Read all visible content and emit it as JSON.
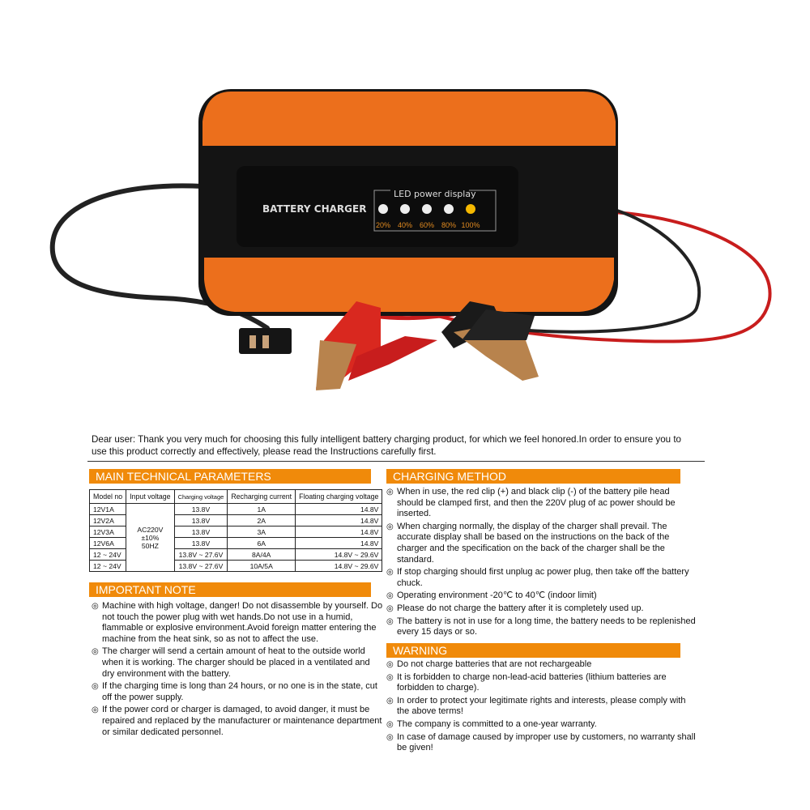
{
  "product": {
    "label": "BATTERY CHARGER",
    "led_title": "LED power display",
    "leds": [
      "20%",
      "40%",
      "60%",
      "80%",
      "100%"
    ],
    "lit_led": "100%",
    "colors": {
      "orange": "#ec6f1c",
      "body": "#161616",
      "led_lit": "#f5b800"
    }
  },
  "intro": "Dear user: Thank you very much for choosing this fully intelligent battery charging product, for which we feel honored.In order to ensure you to use this product correctly and effectively, please read the Instructions carefully first.",
  "params": {
    "title": "MAIN TECHNICAL PARAMETERS",
    "headers": [
      "Model no",
      "Input voltage",
      "Charging voltage",
      "Recharging current",
      "Floating charging voltage"
    ],
    "input_voltage": [
      "AC220V",
      "±10%",
      "50HZ"
    ],
    "rows": [
      [
        "12V1A",
        "13.8V",
        "1A",
        "14.8V"
      ],
      [
        "12V2A",
        "13.8V",
        "2A",
        "14.8V"
      ],
      [
        "12V3A",
        "13.8V",
        "3A",
        "14.8V"
      ],
      [
        "12V6A",
        "13.8V",
        "6A",
        "14.8V"
      ],
      [
        "12 ~ 24V",
        "13.8V ~ 27.6V",
        "8A/4A",
        "14.8V ~ 29.6V"
      ],
      [
        "12 ~ 24V",
        "13.8V ~ 27.6V",
        "10A/5A",
        "14.8V ~ 29.6V"
      ]
    ]
  },
  "note": {
    "title": "IMPORTANT NOTE",
    "items": [
      "Machine with high voltage, danger! Do not disassemble by yourself. Do not touch the power plug with wet hands.Do not use in a humid, flammable or explosive environment.Avoid foreign matter entering the machine from the heat sink, so as not to affect the use.",
      "The charger will send a certain amount of heat to the outside world when it is working. The charger should be placed in a ventilated and dry environment with the battery.",
      "If the charging time is long than 24 hours, or no one is in the state, cut off the power supply.",
      "If the power cord or charger is damaged, to avoid danger, it must be repaired and replaced by the manufacturer or maintenance department or similar dedicated personnel."
    ]
  },
  "method": {
    "title": "CHARGING METHOD",
    "items": [
      "When in use, the red clip (+) and black clip (-) of the battery pile head should be clamped first, and then the 220V plug of ac power should be inserted.",
      "When charging normally, the display of the charger shall prevail. The accurate display shall be based on the instructions on the back of the charger and the specification on the back of the charger shall be the standard.",
      "If stop charging should first unplug ac power plug, then take off the battery chuck.",
      "Operating environment -20℃ to 40℃ (indoor limit)",
      "Please do not charge the battery after it is completely used up.",
      "The battery is not in use for a long time, the battery needs to be replenished every 15 days or so."
    ]
  },
  "warning": {
    "title": "WARNING",
    "items": [
      "Do not charge batteries that are not rechargeable",
      "It is forbidden to charge non-lead-acid batteries (lithium batteries are forbidden to charge).",
      "In order to protect your legitimate rights and interests, please comply with the above terms!",
      "The company is committed to a one-year warranty.",
      "In case of damage caused by improper use by customers, no warranty shall be given!"
    ]
  }
}
